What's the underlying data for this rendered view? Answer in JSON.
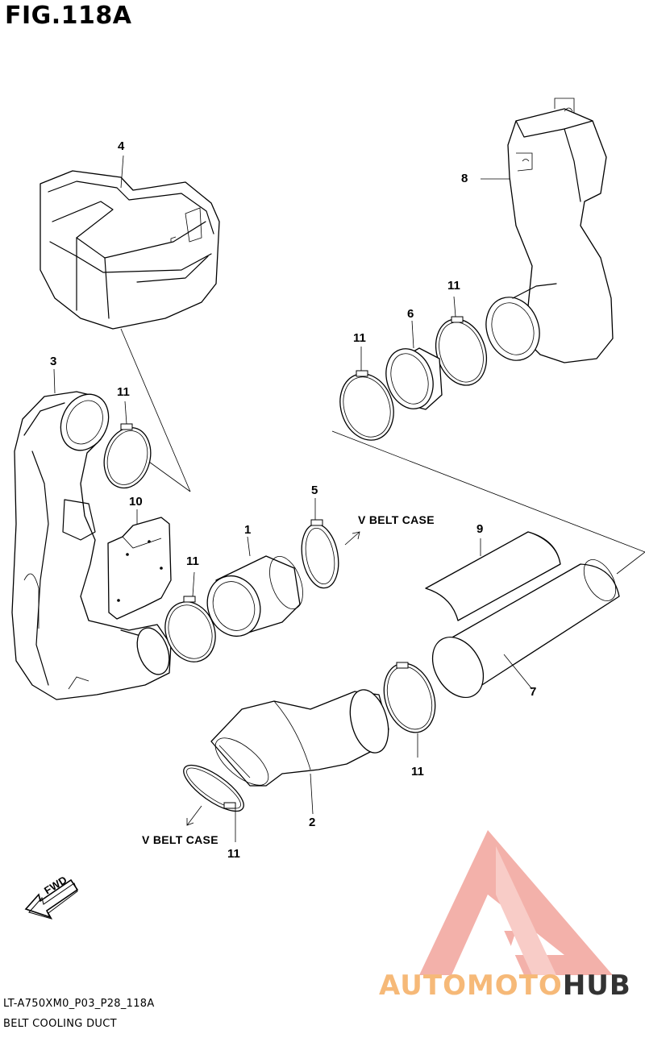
{
  "figure": {
    "title": "FIG.118A"
  },
  "callouts": [
    {
      "id": "c4",
      "text": "4"
    },
    {
      "id": "c8",
      "text": "8"
    },
    {
      "id": "c3",
      "text": "3"
    },
    {
      "id": "c11a",
      "text": "11"
    },
    {
      "id": "c11b",
      "text": "11"
    },
    {
      "id": "c6",
      "text": "6"
    },
    {
      "id": "c11c",
      "text": "11"
    },
    {
      "id": "c10",
      "text": "10"
    },
    {
      "id": "c5",
      "text": "5"
    },
    {
      "id": "c1",
      "text": "1"
    },
    {
      "id": "c9",
      "text": "9"
    },
    {
      "id": "c11d",
      "text": "11"
    },
    {
      "id": "c7",
      "text": "7"
    },
    {
      "id": "c11e",
      "text": "11"
    },
    {
      "id": "c2",
      "text": "2"
    },
    {
      "id": "c11f",
      "text": "11"
    }
  ],
  "notes": {
    "vbelt_upper": "V BELT CASE",
    "vbelt_lower": "V BELT CASE",
    "fwd": "FWD"
  },
  "footer": {
    "code": "LT-A750XM0_P03_P28_118A",
    "caption": "BELT COOLING DUCT"
  },
  "watermark": {
    "part1": "AUTOMOTO",
    "part2": "HUB",
    "color_logo": "#f2a49c",
    "color_text_light": "#f6b978",
    "color_text_dark": "#333333"
  }
}
